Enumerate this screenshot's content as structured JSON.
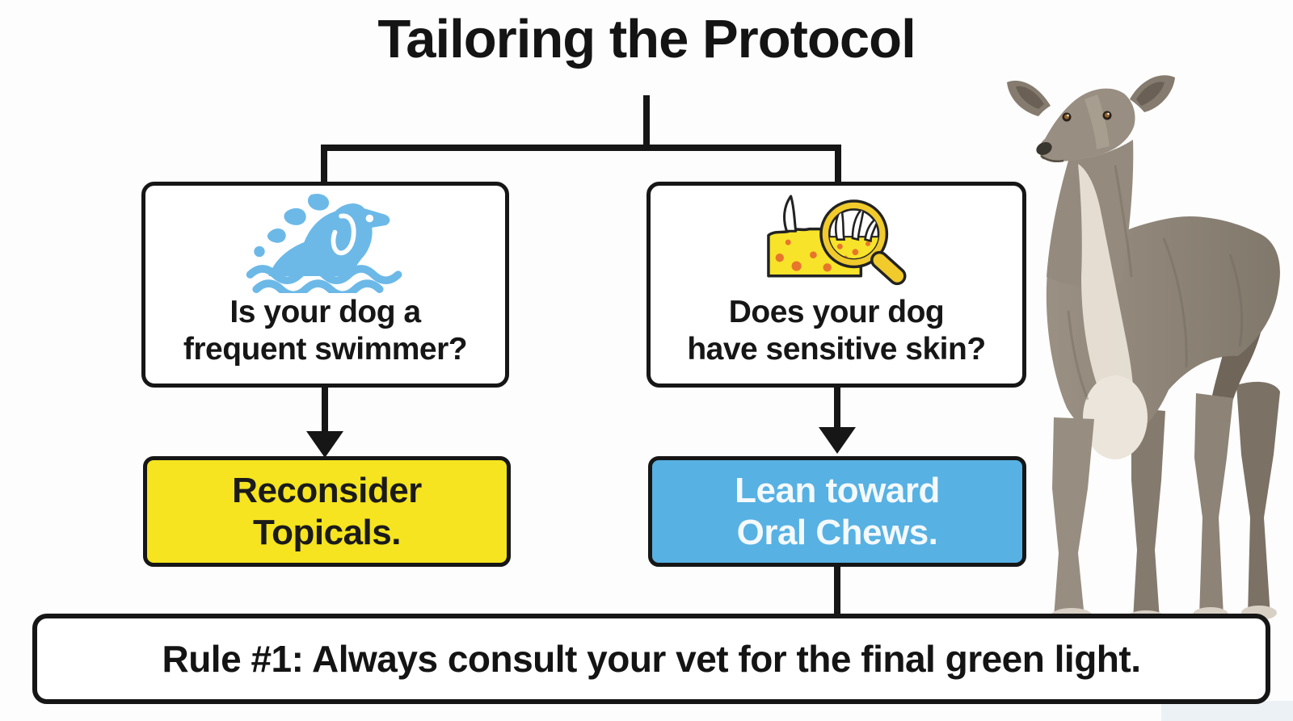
{
  "title": "Tailoring the Protocol",
  "flow": {
    "branch_left": {
      "icon": "swimming-dog-icon",
      "question_line1": "Is your dog a",
      "question_line2": "frequent swimmer?",
      "outcome_line1": "Reconsider",
      "outcome_line2": "Topicals.",
      "outcome_bg": "#f5e41f",
      "outcome_text_color": "#1a1a1a"
    },
    "branch_right": {
      "icon": "skin-magnifier-icon",
      "question_line1": "Does your dog",
      "question_line2": "have sensitive skin?",
      "outcome_line1": "Lean toward",
      "outcome_line2": "Oral Chews.",
      "outcome_bg": "#57b1e3",
      "outcome_text_color": "#f4f9fc"
    },
    "rule_banner": "Rule #1: Always consult your vet for the final green light."
  },
  "illustration": {
    "dog_photo": "grey-greyhound-standing"
  },
  "colors": {
    "background": "#fdfdfd",
    "line": "#161616",
    "icon_blue": "#6cb9e8",
    "icon_yellow": "#f7e32a",
    "icon_dot_orange": "#e8752c",
    "outcome_yellow": "#f5e41f",
    "outcome_blue": "#57b1e3",
    "footer_strip": "#ecf1f5"
  }
}
